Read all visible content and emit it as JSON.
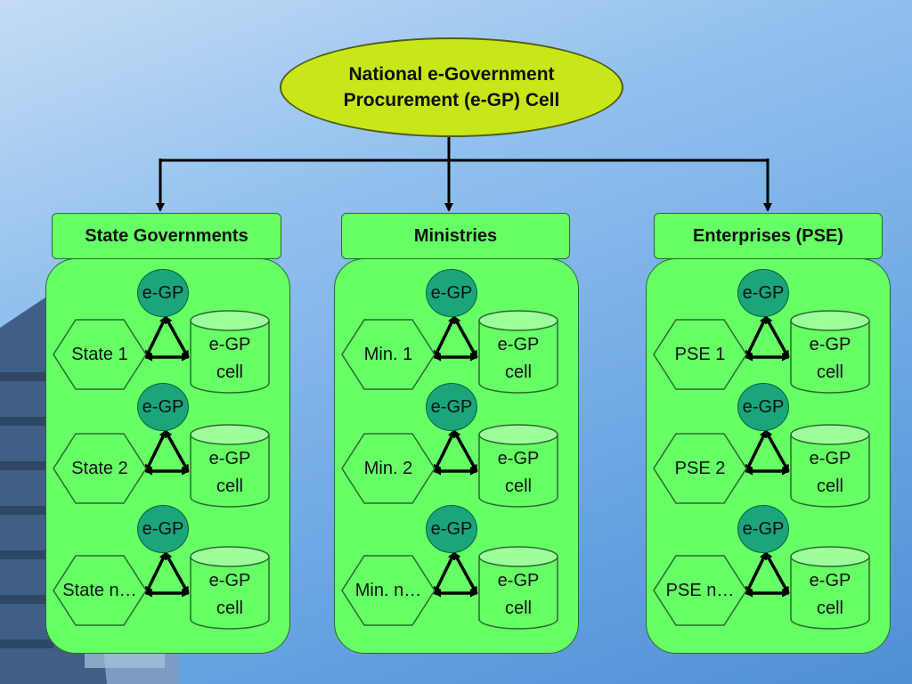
{
  "diagram": {
    "root": {
      "line1": "National e-Government",
      "line2": "Procurement (e-GP) Cell"
    },
    "columns": [
      {
        "header": "State Governments",
        "groups": [
          {
            "entity": "State 1",
            "node": "e-GP",
            "cell_line1": "e-GP",
            "cell_line2": "cell"
          },
          {
            "entity": "State 2",
            "node": "e-GP",
            "cell_line1": "e-GP",
            "cell_line2": "cell"
          },
          {
            "entity": "State n…",
            "node": "e-GP",
            "cell_line1": "e-GP",
            "cell_line2": "cell"
          }
        ]
      },
      {
        "header": "Ministries",
        "groups": [
          {
            "entity": "Min. 1",
            "node": "e-GP",
            "cell_line1": "e-GP",
            "cell_line2": "cell"
          },
          {
            "entity": "Min. 2",
            "node": "e-GP",
            "cell_line1": "e-GP",
            "cell_line2": "cell"
          },
          {
            "entity": "Min. n…",
            "node": "e-GP",
            "cell_line1": "e-GP",
            "cell_line2": "cell"
          }
        ]
      },
      {
        "header": "Enterprises (PSE)",
        "groups": [
          {
            "entity": "PSE 1",
            "node": "e-GP",
            "cell_line1": "e-GP",
            "cell_line2": "cell"
          },
          {
            "entity": "PSE 2",
            "node": "e-GP",
            "cell_line1": "e-GP",
            "cell_line2": "cell"
          },
          {
            "entity": "PSE n…",
            "node": "e-GP",
            "cell_line1": "e-GP",
            "cell_line2": "cell"
          }
        ]
      }
    ]
  },
  "colors": {
    "root_fill": "#c8e61a",
    "panel_fill": "#66ff66",
    "node_fill": "#1aa67a",
    "cylinder_fill": "#66ff66",
    "connector": "#000000"
  }
}
